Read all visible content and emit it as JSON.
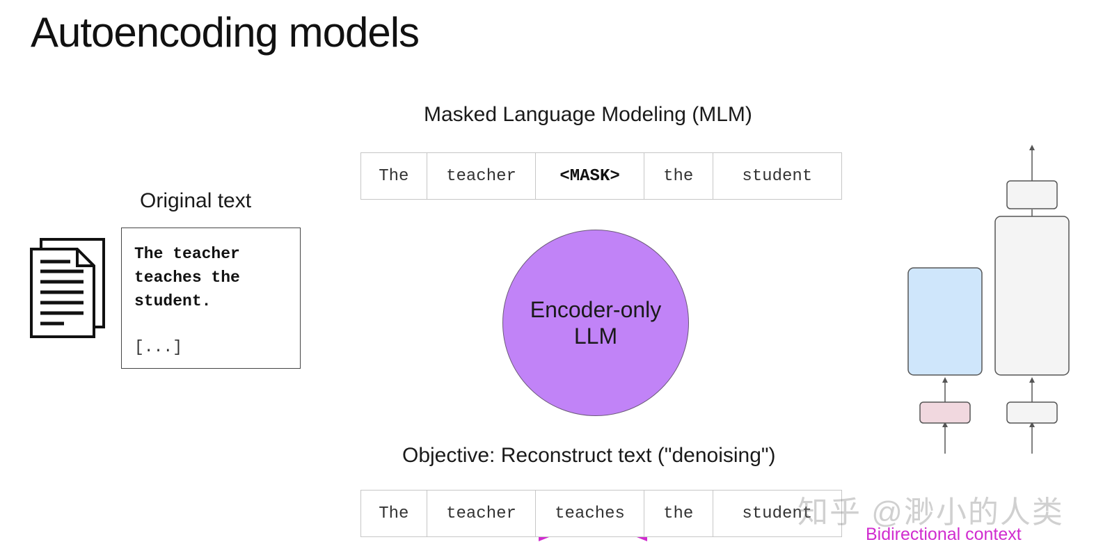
{
  "title": "Autoencoding models",
  "original": {
    "heading": "Original text",
    "lines": [
      "The teacher",
      "teaches the",
      "student."
    ],
    "ellipsis": "[...]"
  },
  "mlm": {
    "heading": "Masked Language Modeling (MLM)",
    "tokens": [
      "The",
      "teacher",
      "<MASK>",
      "the",
      "student"
    ]
  },
  "encoder": {
    "line1": "Encoder-only",
    "line2": "LLM",
    "color": "#c183f7"
  },
  "objective": {
    "heading": "Objective: Reconstruct text (\"denoising\")",
    "tokens": [
      "The",
      "teacher",
      "teaches",
      "the",
      "student"
    ]
  },
  "bidirectional_label": "Bidirectional context",
  "watermark": "知乎 @渺小的人类",
  "colors": {
    "accent": "#d02ccf",
    "encoder_block": "#cfe6fb",
    "embedding_block": "#f1d8df",
    "decoder_block": "#f4f4f4"
  }
}
